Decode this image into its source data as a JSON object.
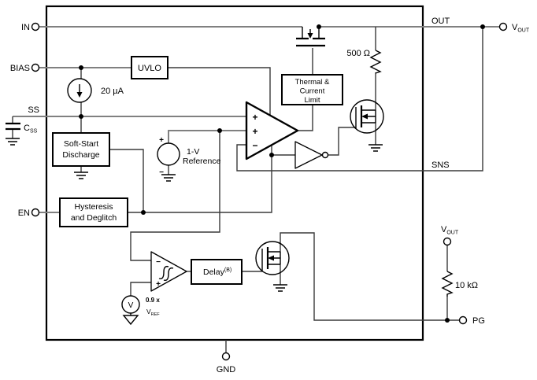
{
  "pins": {
    "in": "IN",
    "bias": "BIAS",
    "ss": "SS",
    "en": "EN",
    "gnd": "GND",
    "out": "OUT",
    "sns": "SNS",
    "pg": "PG"
  },
  "blocks": {
    "uvlo": "UVLO",
    "thermal_line1": "Thermal &",
    "thermal_line2": "Current",
    "thermal_line3": "Limit",
    "softstart_line1": "Soft-Start",
    "softstart_line2": "Discharge",
    "hyst_line1": "Hysteresis",
    "hyst_line2": "and Deglitch",
    "delay": "Delay",
    "delay_sup": "(B)"
  },
  "labels": {
    "current_source": "20 µA",
    "ref_line1": "1-V",
    "ref_line2": "Reference",
    "r_discharge": "500 Ω",
    "r_pg": "10 kΩ",
    "pg_thresh_line1": "0.9 x",
    "pg_thresh_v": "V",
    "pg_thresh_sub": "REF",
    "v_source": "V",
    "vout_v": "V",
    "vout_sub": "OUT",
    "css_c": "C",
    "css_sub": "SS"
  },
  "signs": {
    "plus": "+",
    "minus": "−"
  },
  "colors": {
    "rail_gray": "#808080",
    "wire_dark": "#3a3a3a",
    "ink": "#000000",
    "background": "#ffffff"
  }
}
